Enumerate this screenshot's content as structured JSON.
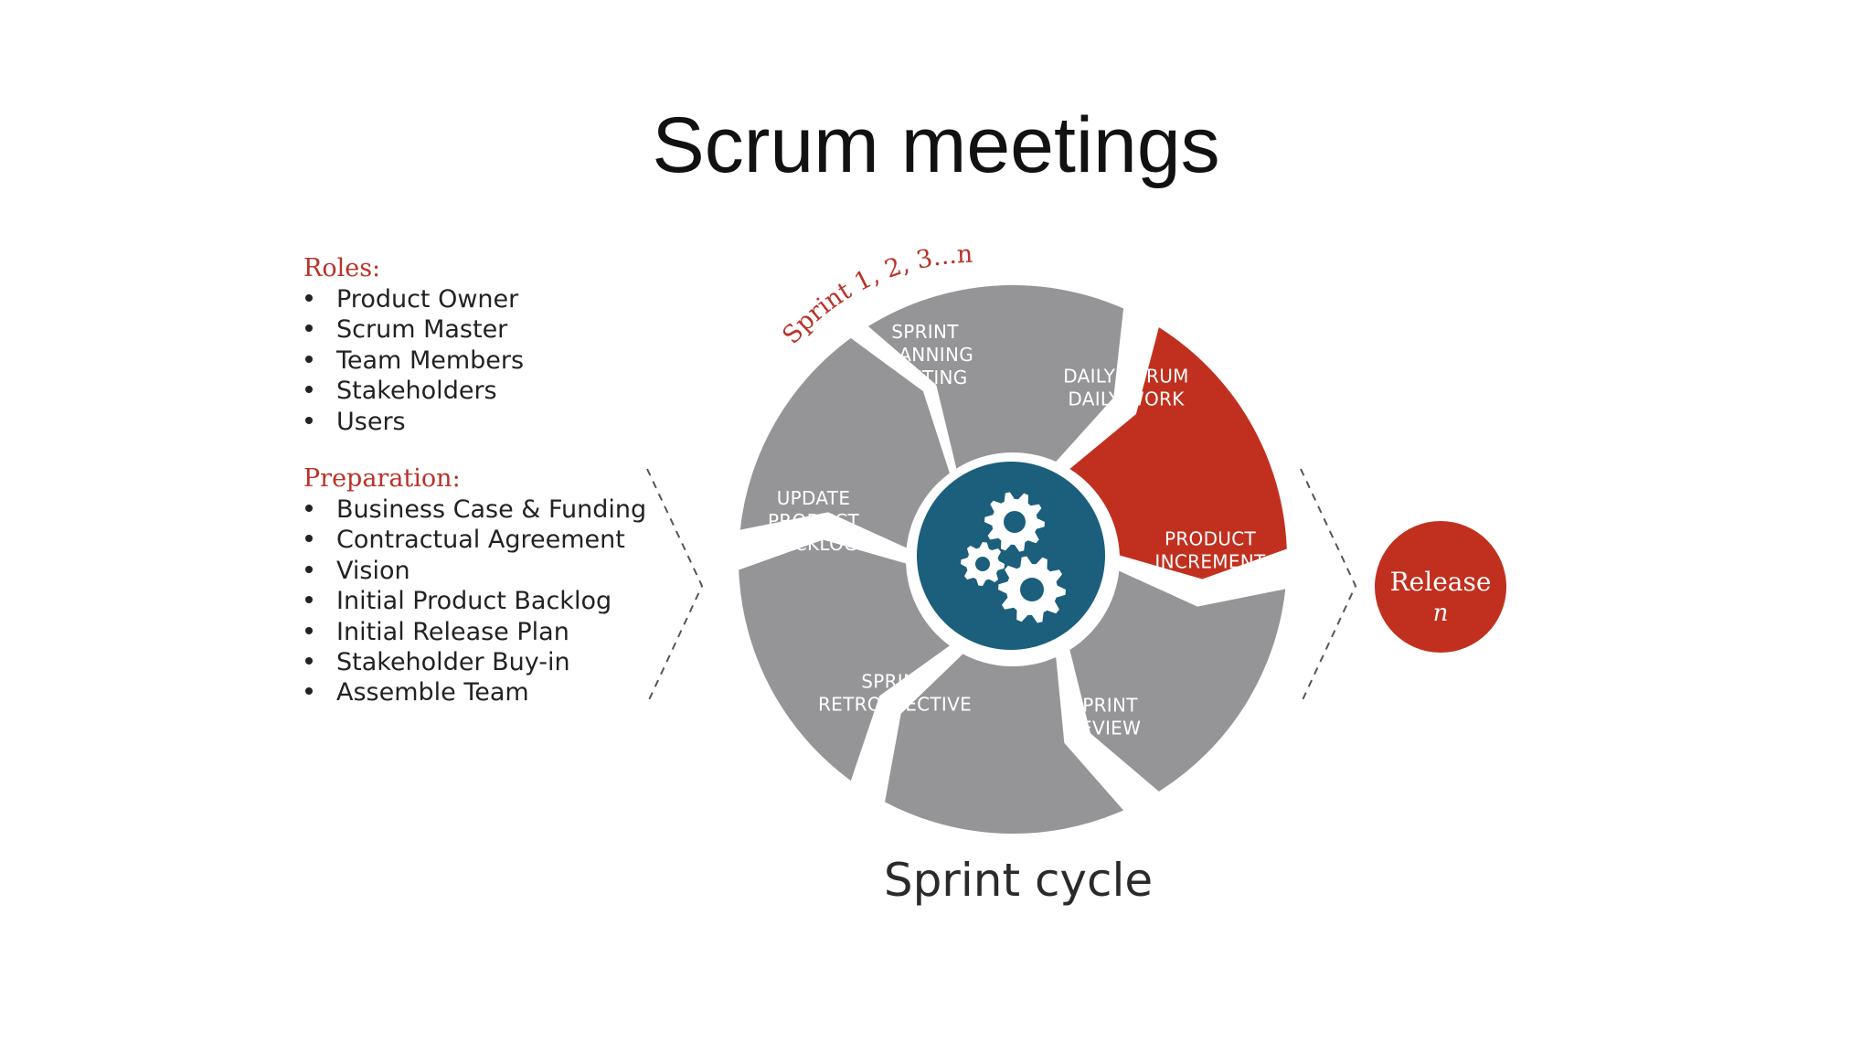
{
  "slide": {
    "title": "Scrum meetings"
  },
  "roles": {
    "heading": "Roles:",
    "items": [
      "Product Owner",
      "Scrum Master",
      "Team Members",
      "Stakeholders",
      "Users"
    ]
  },
  "preparation": {
    "heading": "Preparation:",
    "items": [
      "Business Case & Funding",
      "Contractual Agreement",
      "Vision",
      "Initial Product Backlog",
      "Initial Release Plan",
      "Stakeholder Buy-in",
      "Assemble Team"
    ]
  },
  "cycle": {
    "arc_label": "Sprint 1, 2, 3...n",
    "caption": "Sprint cycle",
    "center_icon": "gears-icon",
    "segments": [
      {
        "lines": [
          "SPRINT",
          "PLANNING",
          "MEETING"
        ],
        "highlight": false
      },
      {
        "lines": [
          "DAILY SCRUM",
          "DAILY WORK"
        ],
        "highlight": true
      },
      {
        "lines": [
          "PRODUCT",
          "INCREMENT"
        ],
        "highlight": false
      },
      {
        "lines": [
          "SPRINT",
          "REVIEW"
        ],
        "highlight": false
      },
      {
        "lines": [
          "SPRINT",
          "RETROSPECTIVE"
        ],
        "highlight": false
      },
      {
        "lines": [
          "UPDATE",
          "PRODUCT",
          "BACKLOG"
        ],
        "highlight": false
      }
    ]
  },
  "release": {
    "label": "Release",
    "sub": "n"
  },
  "colors": {
    "accent_red": "#c1301f",
    "segment_gray": "#959597",
    "center_blue": "#1b5f7c",
    "heading_red": "#b93228"
  }
}
